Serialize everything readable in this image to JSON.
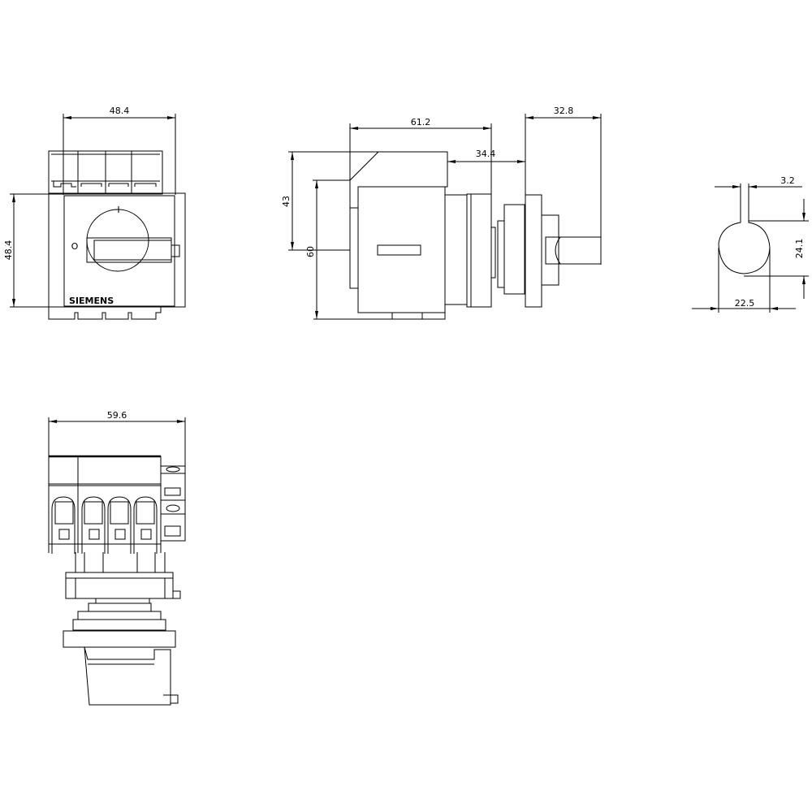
{
  "drawing": {
    "front_view": {
      "width_dim": "48.4",
      "height_dim": "48.4",
      "switch_on_mark": "I",
      "switch_off_mark": "O",
      "brand_label": "SIEMENS"
    },
    "side_view": {
      "depth_dim": "61.2",
      "panel_offset_dim": "34.4",
      "handle_dim": "32.8",
      "upper_height_dim": "43",
      "total_height_dim": "60"
    },
    "cutout_view": {
      "slot_width_dim": "3.2",
      "cutout_height_dim": "24.1",
      "cutout_diameter_dim": "22.5"
    },
    "bottom_view": {
      "width_dim": "59.6"
    }
  }
}
